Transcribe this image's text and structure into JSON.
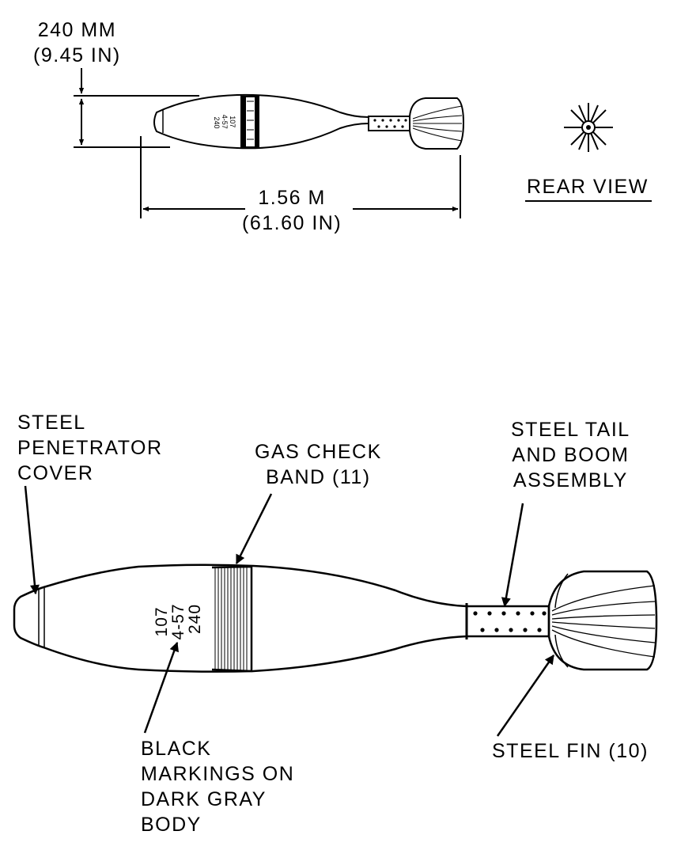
{
  "top_view": {
    "diameter": {
      "metric": "240 MM",
      "imperial": "(9.45 IN)"
    },
    "length": {
      "metric": "1.56 M",
      "imperial": "(61.60 IN)"
    },
    "rear_view_label": "REAR VIEW",
    "body_marking": [
      "107",
      "4-57",
      "240"
    ]
  },
  "detail_view": {
    "body_marking": [
      "107",
      "4-57",
      "240"
    ],
    "labels": {
      "penetrator_cover": [
        "STEEL",
        "PENETRATOR",
        "COVER"
      ],
      "gas_check_band": [
        "GAS CHECK",
        "BAND (11)"
      ],
      "tail_boom": [
        "STEEL TAIL",
        "AND BOOM",
        "ASSEMBLY"
      ],
      "markings": [
        "BLACK",
        "MARKINGS ON",
        "DARK GRAY",
        "BODY"
      ],
      "fin": [
        "STEEL FIN (10)"
      ]
    }
  }
}
